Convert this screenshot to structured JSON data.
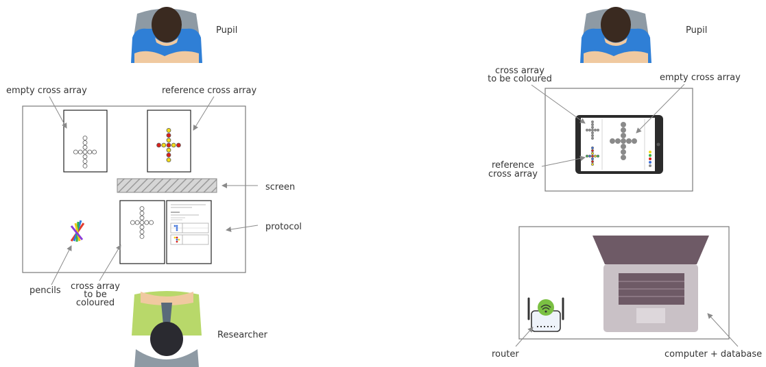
{
  "left_scene": {
    "labels": {
      "pupil": "Pupil",
      "researcher": "Researcher",
      "empty_cross_array": "empty cross array",
      "reference_cross_array": "reference cross array",
      "screen": "screen",
      "protocol": "protocol",
      "pencils": "pencils",
      "cross_array_to_be_coloured": [
        "cross array",
        "to be",
        "coloured"
      ]
    }
  },
  "right_scene": {
    "labels": {
      "pupil": "Pupil",
      "cross_array_to_be_coloured": [
        "cross array",
        "to be coloured"
      ],
      "empty_cross_array": "empty cross array",
      "reference_cross_array": [
        "reference",
        "cross array"
      ],
      "router": "router",
      "computer_database": "computer + database"
    }
  },
  "colors": {
    "table_border": "#7a7a7a",
    "pupil_shirt": "#2f7fd6",
    "researcher_shirt": "#b8d86a",
    "hair": "#3a2a20",
    "peg_red": "#d9221c",
    "peg_yellow": "#f2dc1a",
    "tablet_body": "#2b2b2b",
    "laptop_lid": "#6e5a66",
    "laptop_base": "#c9c1c6",
    "router_wifi": "#7bc043"
  }
}
